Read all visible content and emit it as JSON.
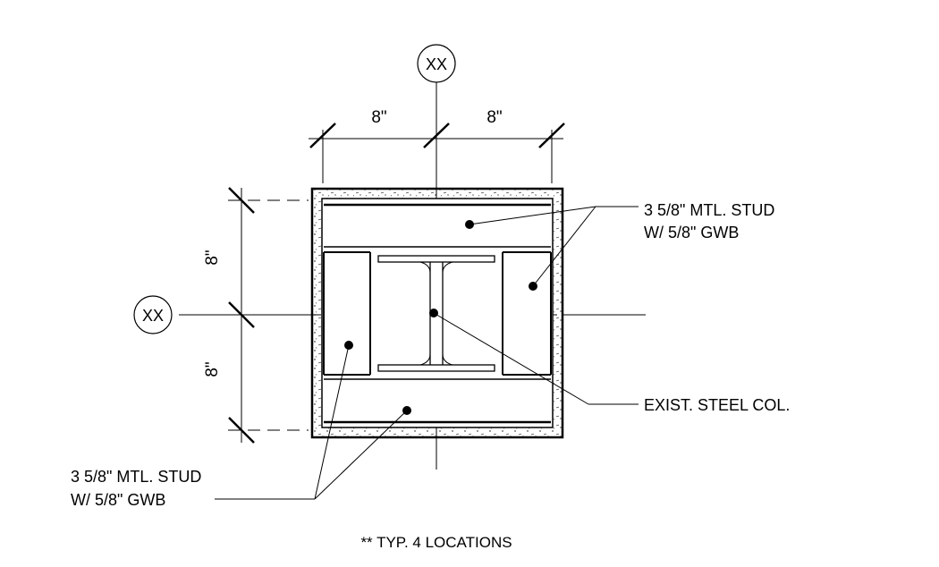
{
  "grid_bubbles": {
    "top": "XX",
    "left": "XX"
  },
  "dimensions": {
    "top_left": "8\"",
    "top_right": "8\"",
    "left_upper": "8\"",
    "left_lower": "8\""
  },
  "callouts": {
    "stud_right_line1": "3 5/8\" MTL. STUD",
    "stud_right_line2": "W/ 5/8\" GWB",
    "stud_left_line1": "3 5/8\" MTL. STUD",
    "stud_left_line2": "W/ 5/8\" GWB",
    "column": "EXIST. STEEL COL."
  },
  "note": "** TYP. 4 LOCATIONS"
}
